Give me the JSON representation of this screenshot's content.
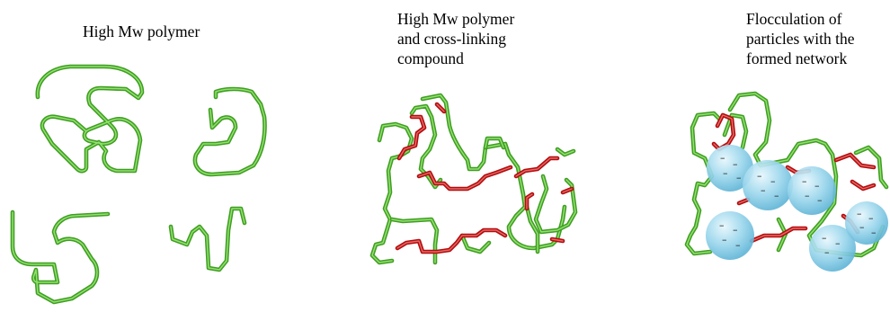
{
  "captions": {
    "panel1": [
      "High Mw polymer"
    ],
    "panel2": [
      "High Mw polymer",
      "and cross-linking",
      "compound"
    ],
    "panel3": [
      "Flocculation of",
      "particles with the",
      "formed network"
    ]
  },
  "particle_charge_sign": "–",
  "colors": {
    "polymer_chain": "#3f9e22",
    "cross_linker": "#b30d0d",
    "particle": "#7cc8e2",
    "text": "#000000"
  }
}
